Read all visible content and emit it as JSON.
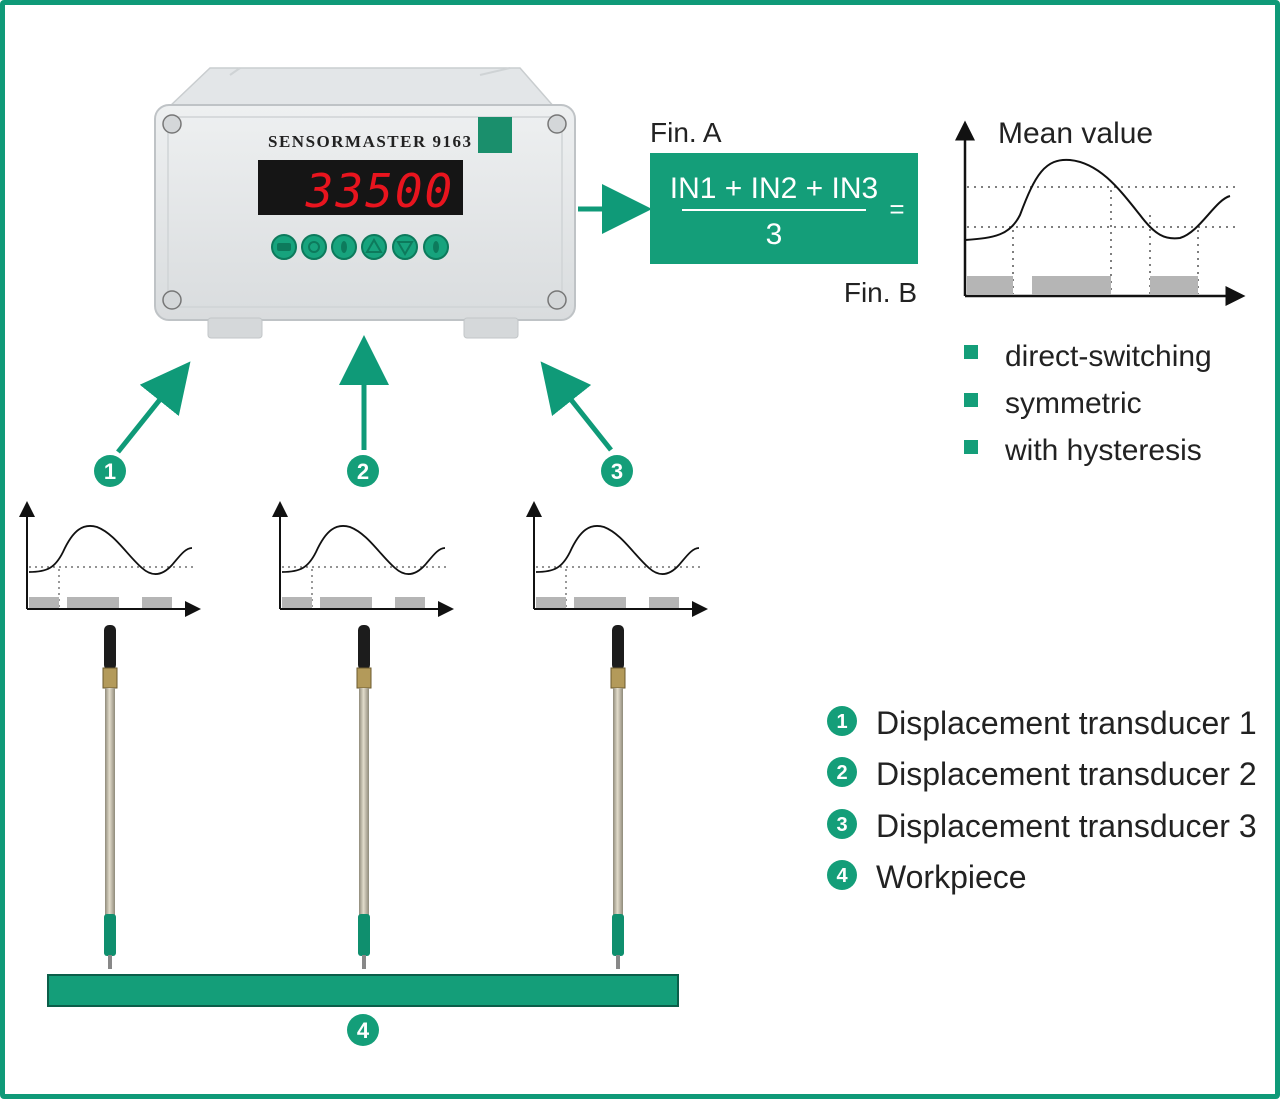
{
  "device": {
    "name": "SENSORMASTER 9163",
    "display_value": "33500",
    "button_icons": [
      "menu-icon",
      "refresh-icon",
      "record-icon",
      "up-icon",
      "down-icon",
      "info-icon"
    ]
  },
  "formula": {
    "fn_a": "Fin. A",
    "numerator": "IN1 + IN2 + IN3",
    "denominator": "3",
    "equals": "=",
    "fn_b": "Fin. B"
  },
  "mean_chart": {
    "title": "Mean value"
  },
  "switching_modes": [
    "direct-switching",
    "symmetric",
    "with hysteresis"
  ],
  "inputs": [
    {
      "number": "1"
    },
    {
      "number": "2"
    },
    {
      "number": "3"
    }
  ],
  "workpiece_marker": "4",
  "legend": [
    {
      "number": "1",
      "label": "Displacement transducer 1"
    },
    {
      "number": "2",
      "label": "Displacement transducer 2"
    },
    {
      "number": "3",
      "label": "Displacement transducer 3"
    },
    {
      "number": "4",
      "label": "Workpiece"
    }
  ],
  "colors": {
    "accent": "#0f9a78",
    "display_red": "#e8141e",
    "device_body": "#e6e9ea",
    "gray_bar": "#b5b5b5"
  }
}
